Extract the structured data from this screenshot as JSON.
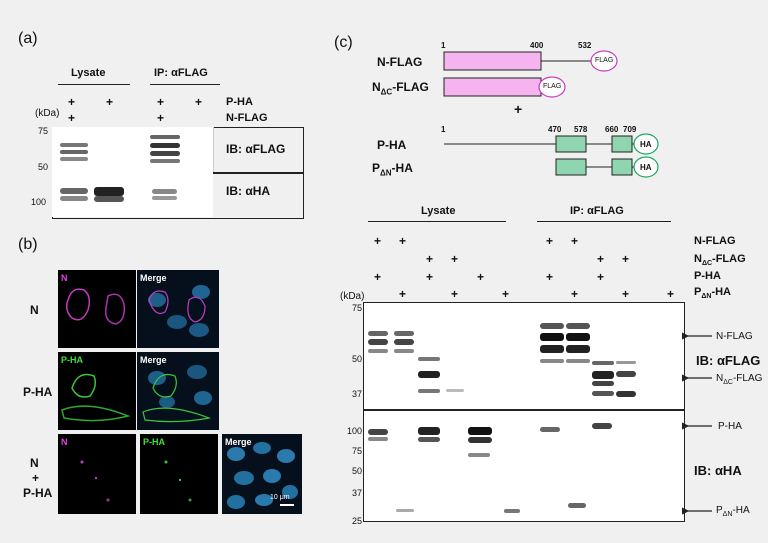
{
  "panel_a": {
    "label": "(a)",
    "header_lysate": "Lysate",
    "header_ip": "IP: αFLAG",
    "kda": "(kDa)",
    "row1_marks": [
      "+",
      "+",
      "+",
      "+"
    ],
    "row1_label": "P-HA",
    "row2_marks": [
      "+",
      "+"
    ],
    "row2_label": "N-FLAG",
    "ticks_top": [
      "75",
      "50"
    ],
    "ticks_bottom": [
      "100"
    ],
    "ib_top": "IB: αFLAG",
    "ib_bottom": "IB: αHA"
  },
  "panel_b": {
    "label": "(b)",
    "row_labels": [
      "N",
      "P-HA",
      "N",
      "+",
      "P-HA"
    ],
    "tile_labels": {
      "r1c1": "N",
      "r1c2": "Merge",
      "r2c1": "P-HA",
      "r2c2": "Merge",
      "r3c1": "N",
      "r3c2": "P-HA",
      "r3c3": "Merge"
    },
    "scalebar": "10 μm"
  },
  "panel_c": {
    "label": "(c)",
    "domains": {
      "n_flag": {
        "label": "N-FLAG",
        "start": "1",
        "mid": "400",
        "end": "532",
        "tag": "FLAG"
      },
      "nac_flag": {
        "label_main": "N",
        "label_sub": "ΔC",
        "label_tail": "-FLAG",
        "tag": "FLAG"
      },
      "plus": "+",
      "p_ha": {
        "label": "P-HA",
        "start": "1",
        "p1": "470",
        "p2": "578",
        "p3": "660",
        "p4": "709",
        "tag": "HA"
      },
      "pan_ha": {
        "label_main": "P",
        "label_sub": "ΔN",
        "label_tail": "-HA",
        "tag": "HA"
      }
    },
    "blot": {
      "header_lysate": "Lysate",
      "header_ip": "IP: αFLAG",
      "kda": "(kDa)",
      "rows": [
        {
          "label": "N-FLAG",
          "sub": "",
          "tail": ""
        },
        {
          "label": "N",
          "sub": "ΔC",
          "tail": "-FLAG"
        },
        {
          "label": "P-HA",
          "sub": "",
          "tail": ""
        },
        {
          "label": "P",
          "sub": "ΔN",
          "tail": "-HA"
        }
      ],
      "plus": "+",
      "ticks_top": [
        "75",
        "50",
        "37"
      ],
      "ticks_bottom": [
        "100",
        "75",
        "50",
        "37",
        "25"
      ],
      "ib_top": "IB: αFLAG",
      "ib_bottom": "IB: αHA",
      "arrows": [
        {
          "label": "N-FLAG",
          "sub": "",
          "tail": ""
        },
        {
          "label": "N",
          "sub": "ΔC",
          "tail": "-FLAG"
        },
        {
          "label": "P-HA",
          "sub": "",
          "tail": ""
        },
        {
          "label": "P",
          "sub": "ΔN",
          "tail": "-HA"
        }
      ]
    }
  }
}
